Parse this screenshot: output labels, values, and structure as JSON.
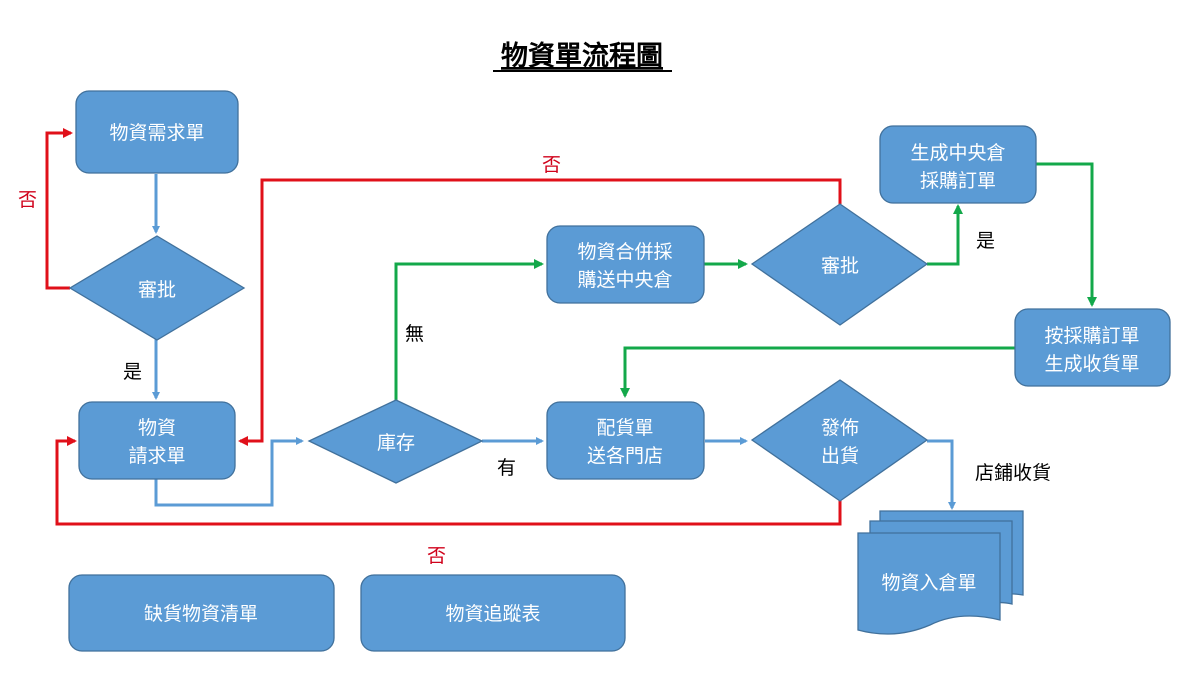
{
  "title": "物資單流程圖",
  "nodes": {
    "demand_form": [
      "物資需求單"
    ],
    "approve1": [
      "審批"
    ],
    "request_form": [
      "物資",
      "請求單"
    ],
    "inventory": [
      "庫存"
    ],
    "merge_purchase": [
      "物資合併採",
      "購送中央倉"
    ],
    "approve2": [
      "審批"
    ],
    "central_po": [
      "生成中央倉",
      "採購訂單"
    ],
    "receipt_form": [
      "按採購訂單",
      "生成收貨單"
    ],
    "distribution": [
      "配貨單",
      "送各門店"
    ],
    "release": [
      "發佈",
      "出貨"
    ],
    "warehouse_in": [
      "物資入倉單"
    ],
    "shortage_list": [
      "缺貨物資清單"
    ],
    "tracking_table": [
      "物資追蹤表"
    ]
  },
  "labels": {
    "no_left": "否",
    "no_top": "否",
    "no_bottom": "否",
    "yes_approve1": "是",
    "yes_approve2": "是",
    "none": "無",
    "have": "有",
    "store_receive": "店鋪收貨"
  },
  "colors": {
    "box": "#5b9bd5",
    "border": "#41719c",
    "reject": "#e0101a",
    "purchase": "#13a84a"
  }
}
